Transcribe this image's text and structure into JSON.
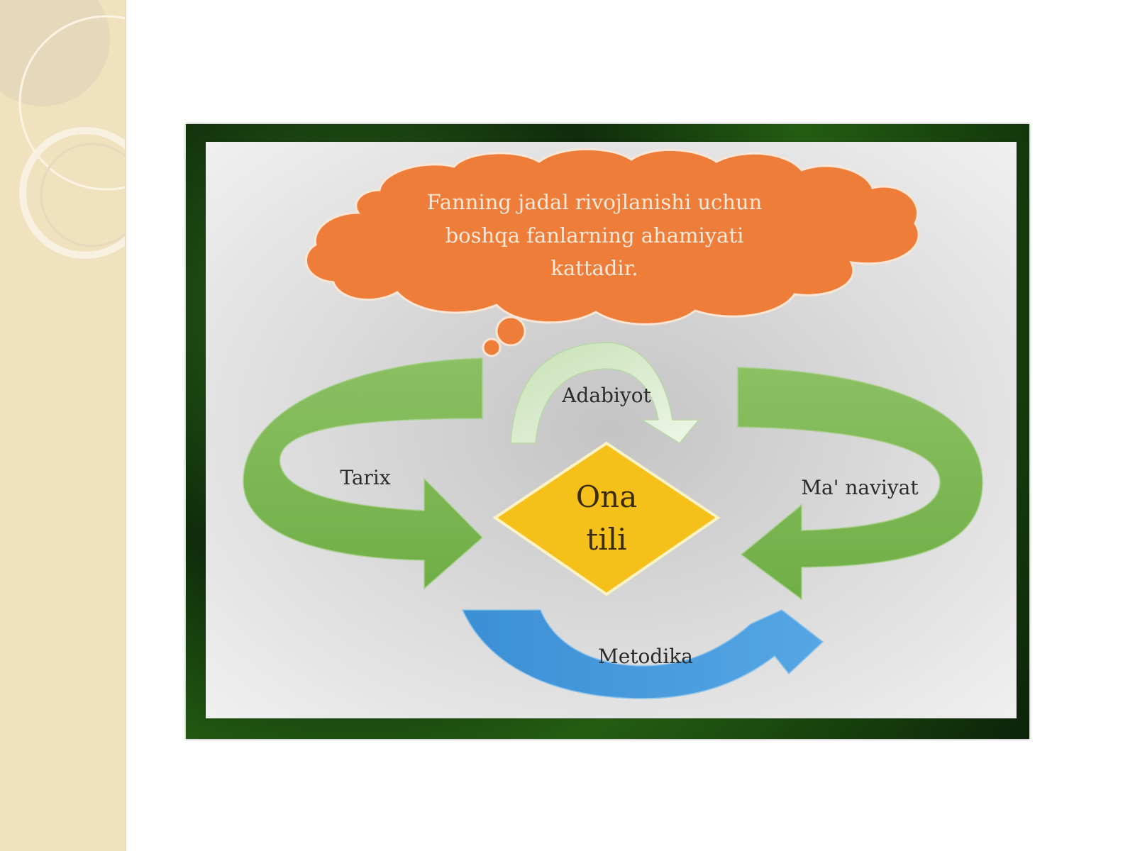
{
  "cloud": {
    "line1": "Fanning jadal rivojlanishi uchun",
    "line2": "boshqa  fanlarning  ahamiyati",
    "line3": "kattadir."
  },
  "center": {
    "line1": "Ona",
    "line2": "tili"
  },
  "arrows": {
    "top": "Adabiyot",
    "left": "Tarix",
    "right": "Ma' naviyat",
    "bottom": "Metodika"
  },
  "colors": {
    "side_panel": "#f1e2bf",
    "cloud": "#ee7d3a",
    "diamond": "#f6c01a",
    "green_arrow": "#7fb955",
    "light_arrow": "#d9ebcd",
    "blue_arrow": "#3f93d6"
  }
}
